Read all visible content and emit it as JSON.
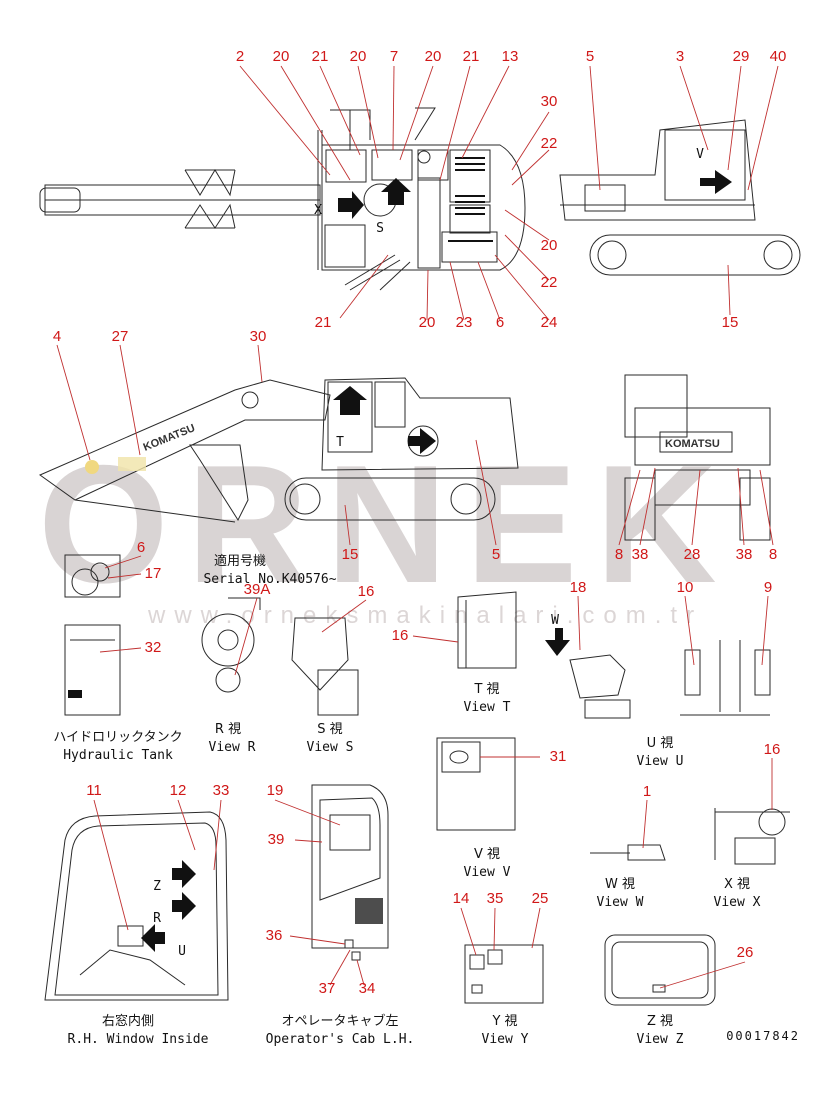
{
  "watermark": {
    "brand": "ORNEK",
    "url": "www.orneksmakinalari.com.tr"
  },
  "doc_code": "00017842",
  "serial_note": {
    "jp": "適用号機",
    "en": "Serial No.K40576~"
  },
  "drawing_text": {
    "komatsu": "KOMATSU",
    "views": [
      "X",
      "S",
      "T",
      "V",
      "W",
      "Z",
      "R",
      "U"
    ]
  },
  "captions": {
    "hydraulic_tank": {
      "jp": "ハイドロリックタンク",
      "en": "Hydraulic Tank"
    },
    "view_r": {
      "jp": "R 視",
      "en": "View R"
    },
    "view_s": {
      "jp": "S 視",
      "en": "View S"
    },
    "view_t": {
      "jp": "T 視",
      "en": "View T"
    },
    "view_u": {
      "jp": "U 視",
      "en": "View U"
    },
    "view_v": {
      "jp": "V 視",
      "en": "View V"
    },
    "view_w": {
      "jp": "W 視",
      "en": "View W"
    },
    "view_x": {
      "jp": "X 視",
      "en": "View X"
    },
    "view_y": {
      "jp": "Y 視",
      "en": "View Y"
    },
    "view_z": {
      "jp": "Z 視",
      "en": "View Z"
    },
    "rh_window": {
      "jp": "右窓内側",
      "en": "R.H. Window Inside"
    },
    "cab_lh": {
      "jp": "オペレータキャブ左",
      "en": "Operator's Cab L.H."
    }
  },
  "callouts": {
    "top_view": [
      "2",
      "20",
      "21",
      "20",
      "7",
      "20",
      "21",
      "13",
      "30",
      "22",
      "20",
      "22",
      "24",
      "6",
      "23",
      "20",
      "21"
    ],
    "rear_view": [
      "5",
      "3",
      "29",
      "40",
      "15"
    ],
    "side_view": [
      "4",
      "27",
      "30",
      "15",
      "5"
    ],
    "front_view": [
      "8",
      "38",
      "28",
      "38",
      "8"
    ],
    "tank": [
      "6",
      "17",
      "32"
    ],
    "view_r": [
      "39A"
    ],
    "view_s": [
      "16"
    ],
    "view_t": [
      "16"
    ],
    "view_w_top": [
      "18"
    ],
    "view_u": [
      "10",
      "9"
    ],
    "view_v": [
      "31"
    ],
    "view_x": [
      "16"
    ],
    "view_w": [
      "1"
    ],
    "rh_window": [
      "11",
      "12",
      "33"
    ],
    "cab_lh": [
      "19",
      "39",
      "36",
      "37",
      "34"
    ],
    "view_y": [
      "14",
      "35",
      "25"
    ],
    "view_z": [
      "26"
    ]
  }
}
